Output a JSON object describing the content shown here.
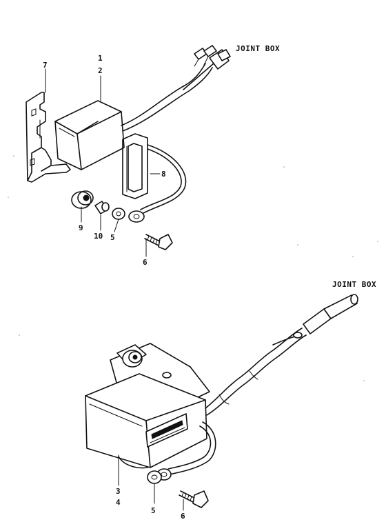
{
  "upper_assembly": {
    "title": "JOINT BOX",
    "callouts": {
      "p1": "1",
      "p2": "2",
      "p7": "7",
      "p8": "8",
      "p9": "9",
      "p10": "10",
      "p5": "5",
      "p6": "6"
    }
  },
  "lower_assembly": {
    "title": "JOINT BOX",
    "callouts": {
      "p3": "3",
      "p4": "4",
      "p5": "5",
      "p6": "6"
    }
  }
}
